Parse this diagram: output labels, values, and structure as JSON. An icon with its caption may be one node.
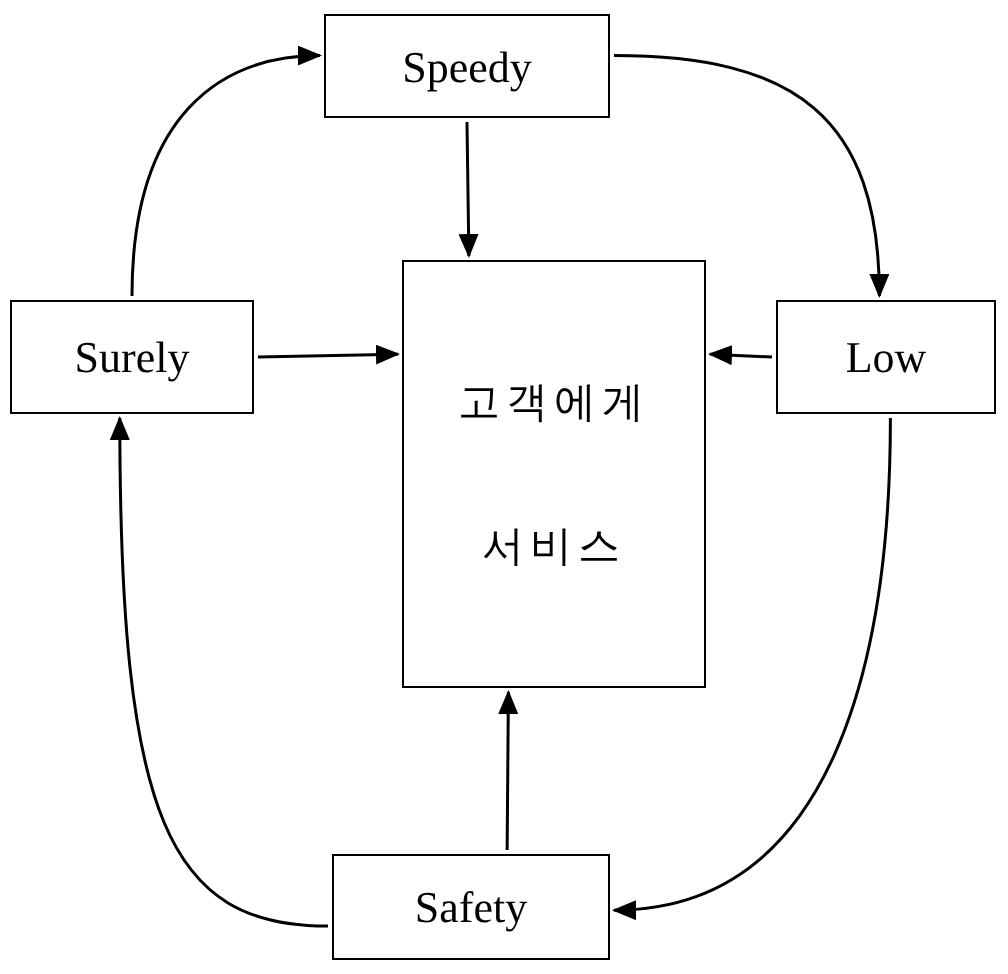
{
  "diagram": {
    "nodes": [
      {
        "text": [
          "Speedy"
        ]
      },
      {
        "text": [
          "Surely"
        ]
      },
      {
        "text": [
          "고객에게 서비스"
        ]
      },
      {
        "text": [
          "Low"
        ]
      },
      {
        "text": [
          "Safety"
        ]
      }
    ],
    "edges": [
      {
        "from": 1,
        "to": 0,
        "arrow": "to"
      },
      {
        "from": 0,
        "to": 3,
        "arrow": "to"
      },
      {
        "from": 3,
        "to": 4,
        "arrow": "to"
      },
      {
        "from": 4,
        "to": 1,
        "arrow": "to"
      },
      {
        "from": 0,
        "to": 2,
        "arrow": "to"
      },
      {
        "from": 1,
        "to": 2,
        "arrow": "to"
      },
      {
        "from": 3,
        "to": 2,
        "arrow": "to"
      },
      {
        "from": 4,
        "to": 2,
        "arrow": "to"
      }
    ]
  }
}
